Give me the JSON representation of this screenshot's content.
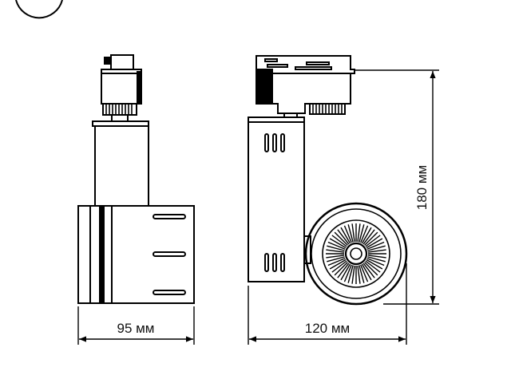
{
  "diagram": {
    "dimensions": {
      "width_front": "95 мм",
      "width_side": "120 мм",
      "height": "180 мм"
    },
    "colors": {
      "line": "#000000",
      "background": "#ffffff"
    }
  }
}
